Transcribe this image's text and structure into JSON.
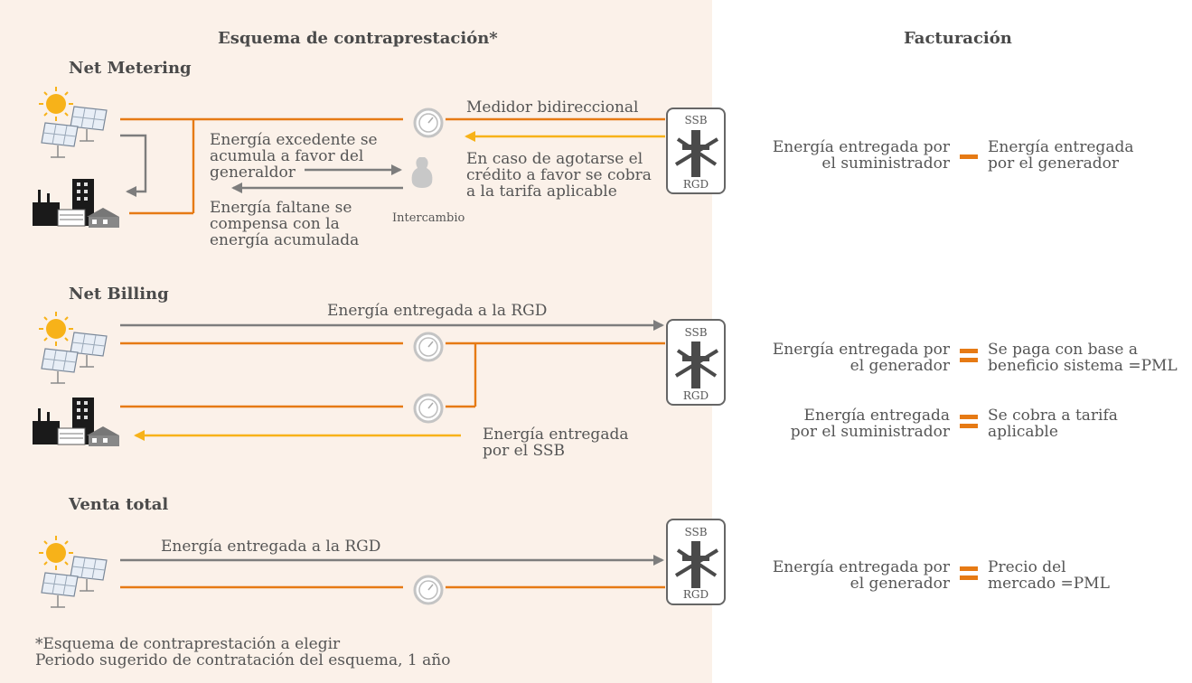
{
  "colors": {
    "panel": "#fbf1e9",
    "orange": "#e67a14",
    "yellow": "#f7b219",
    "gray": "#7d7d7d"
  },
  "icons": [
    "sun-icon",
    "solar-panel-icon",
    "factory-icon",
    "meter-icon",
    "money-bag-icon",
    "power-tower-icon"
  ],
  "header": {
    "scheme_title": "Esquema de contraprestación*",
    "billing_title": "Facturación"
  },
  "net_metering": {
    "title": "Net Metering",
    "meter_label": "Medidor bidireccional",
    "excess_text": "Energía excedente se\nacumula a favor del\ngeneraldor",
    "missing_text": "Energía faltane se\ncompensa con la\nenergía acumulada",
    "credit_text": "En caso de agotarse el\ncrédito a favor se cobra\na la tarifa aplicable",
    "exchange_label": "Intercambio",
    "ssb": "SSB",
    "rgd": "RGD"
  },
  "net_billing": {
    "title": "Net Billing",
    "delivered_rgd": "Energía entregada a la RGD",
    "delivered_ssb": "Energía entregada\npor el SSB",
    "ssb": "SSB",
    "rgd": "RGD"
  },
  "venta_total": {
    "title": "Venta total",
    "delivered_rgd": "Energía entregada a la RGD",
    "ssb": "SSB",
    "rgd": "RGD"
  },
  "billing": {
    "nm_left": "Energía entregada por\nel suministrador",
    "nm_right": "Energía entregada\npor el generador",
    "nb1_left": "Energía entregada por\nel generador",
    "nb1_right": "Se paga con base a\nbeneficio sistema =PML",
    "nb2_left": "Energía entregada\npor el suministrador",
    "nb2_right": "Se cobra a tarifa\naplicable",
    "vt_left": "Energía entregada por\nel generador",
    "vt_right": "Precio del\nmercado =PML"
  },
  "footnote": {
    "line1": "*Esquema de contraprestación a elegir",
    "line2": "Periodo sugerido de contratación del esquema, 1 año"
  }
}
